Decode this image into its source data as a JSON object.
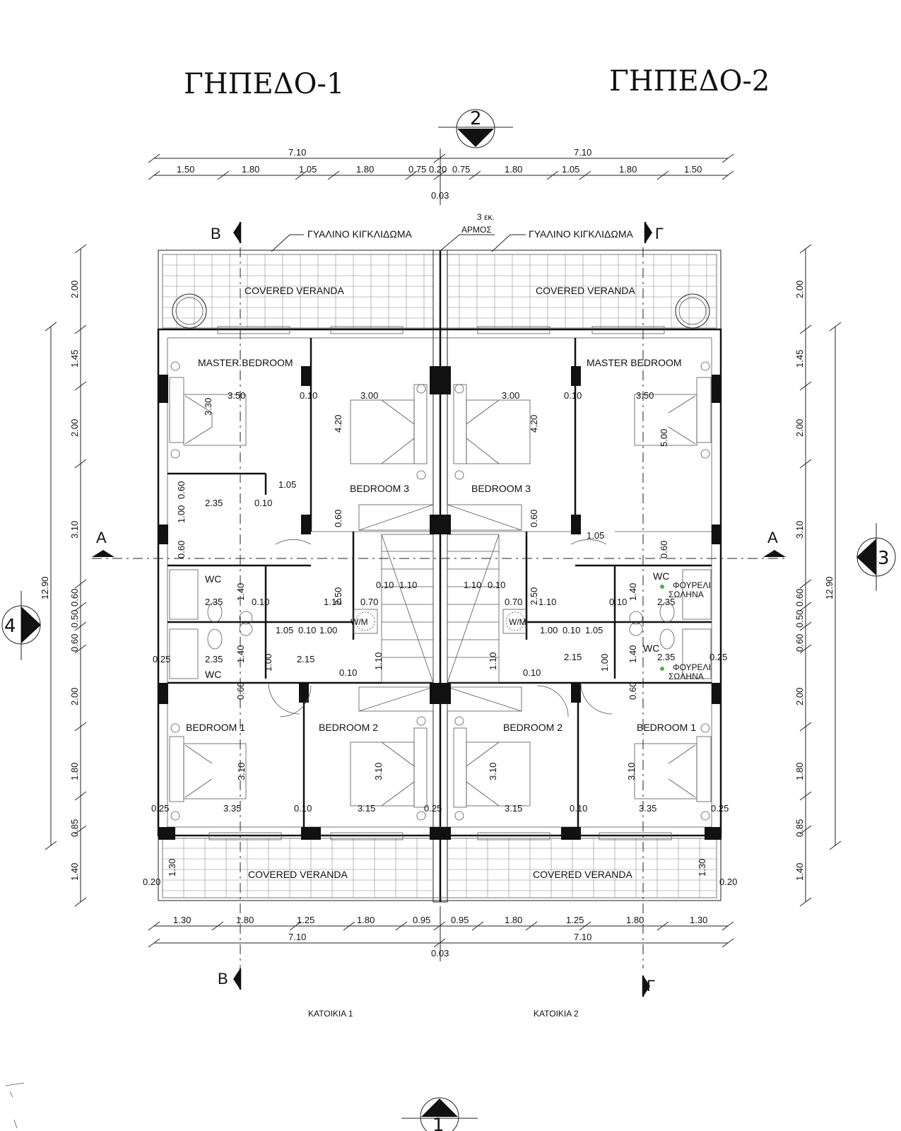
{
  "titles": {
    "plot1": "ΓΗΠΕΔΟ-1",
    "plot2": "ΓΗΠΕΔΟ-2"
  },
  "markers": {
    "top": "2",
    "right": "3",
    "bottom": "1",
    "left": "4"
  },
  "sections": {
    "a": "A",
    "b": "B",
    "g": "Γ"
  },
  "notes": {
    "railing": "ΓΥΑΛΙΝΟ ΚΙΓΚΛΙΔΩΜΑ",
    "joint_l1": "3 εκ.",
    "joint_l2": "ΑΡΜΟΣ",
    "boiler_l1": "ΦΟΥΡΕΛΙ",
    "boiler_l2": "ΣΩΛΗΝΑ",
    "wm": "W/M"
  },
  "rooms": {
    "covered_veranda": "COVERED VERANDA",
    "master_bedroom": "MASTER BEDROOM",
    "bedroom1": "BEDROOM 1",
    "bedroom2": "BEDROOM 2",
    "bedroom3": "BEDROOM 3",
    "wc": "WC"
  },
  "houses": {
    "h1": "ΚΑΤΟΙΚΙΑ 1",
    "h2": "ΚΑΤΟΙΚΙΑ 2"
  },
  "dims": {
    "total_w": "7.10",
    "top_l": [
      "1.50",
      "1.80",
      "1.05",
      "1.80",
      "0.75"
    ],
    "top_mid": "0.20",
    "top_r": [
      "0.75",
      "1.80",
      "1.05",
      "1.80",
      "1.50"
    ],
    "joint": "0.03",
    "bot_l": [
      "1.30",
      "1.80",
      "1.25",
      "1.80",
      "0.95"
    ],
    "bot_r": [
      "0.95",
      "1.80",
      "1.25",
      "1.80",
      "1.30"
    ],
    "vert": [
      "2.00",
      "1.45",
      "2.00",
      "3.10",
      "0.60",
      "0.50",
      "0.60",
      "2.00",
      "1.80",
      "0.85",
      "1.40"
    ],
    "vert_total": "12.90",
    "inner": {
      "a": "3.50",
      "b": "0.10",
      "c": "3.00",
      "d": "3.30",
      "e": "4.20",
      "f": "5.00",
      "g": "0.60",
      "h": "1.05",
      "i": "2.35",
      "j": "1.00",
      "k": "1.40",
      "l": "2.50",
      "m": "1.10",
      "n": "0.70",
      "o": "2.15",
      "p": "0.25",
      "q": "3.35",
      "r": "3.15",
      "s": "3.10",
      "t": "0.20",
      "u": "1.30"
    }
  }
}
